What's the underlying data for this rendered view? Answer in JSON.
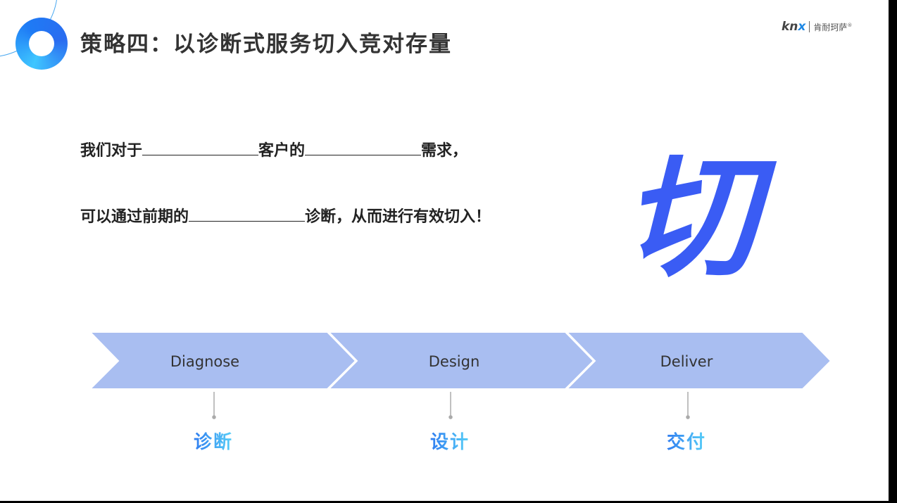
{
  "title": "策略四：以诊断式服务切入竞对存量",
  "logo": {
    "latin_prefix": "kn",
    "latin_accent": "x",
    "chinese": "肯耐珂萨",
    "mark": "®"
  },
  "sentence1": {
    "part1": "我们对于",
    "part2": "客户的",
    "part3": "需求，"
  },
  "sentence2": {
    "part1": "可以通过前期的",
    "part2": "诊断，从而进行有效切入！"
  },
  "big_character": "切",
  "steps": [
    {
      "label": "Diagnose",
      "chinese": "诊断"
    },
    {
      "label": "Design",
      "chinese": "设计"
    },
    {
      "label": "Deliver",
      "chinese": "交付"
    }
  ],
  "colors": {
    "chevron": "#a9bef1",
    "accent": "#3a5cf4"
  }
}
